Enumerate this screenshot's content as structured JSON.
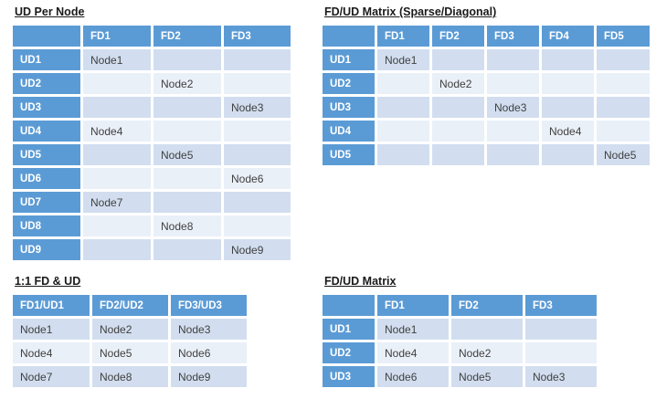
{
  "colors": {
    "header_blue": "#5B9BD5",
    "band_dark": "#D2DEEF",
    "band_light": "#EAF0F8",
    "header_text": "#FFFFFF",
    "cell_text": "#404040",
    "title_text": "#1A1A1A",
    "background": "#FFFFFF"
  },
  "tables": [
    {
      "title": "UD Per Node",
      "col_headers": [
        "",
        "FD1",
        "FD2",
        "FD3"
      ],
      "row_headers": [
        "UD1",
        "UD2",
        "UD3",
        "UD4",
        "UD5",
        "UD6",
        "UD7",
        "UD8",
        "UD9"
      ],
      "rows": [
        [
          "Node1",
          "",
          ""
        ],
        [
          "",
          "Node2",
          ""
        ],
        [
          "",
          "",
          "Node3"
        ],
        [
          "Node4",
          "",
          ""
        ],
        [
          "",
          "Node5",
          ""
        ],
        [
          "",
          "",
          "Node6"
        ],
        [
          "Node7",
          "",
          ""
        ],
        [
          "",
          "Node8",
          ""
        ],
        [
          "",
          "",
          "Node9"
        ]
      ]
    },
    {
      "title": "FD/UD Matrix (Sparse/Diagonal)",
      "col_headers": [
        "",
        "FD1",
        "FD2",
        "FD3",
        "FD4",
        "FD5"
      ],
      "row_headers": [
        "UD1",
        "UD2",
        "UD3",
        "UD4",
        "UD5"
      ],
      "rows": [
        [
          "Node1",
          "",
          "",
          "",
          ""
        ],
        [
          "",
          "Node2",
          "",
          "",
          ""
        ],
        [
          "",
          "",
          "Node3",
          "",
          ""
        ],
        [
          "",
          "",
          "",
          "Node4",
          ""
        ],
        [
          "",
          "",
          "",
          "",
          "Node5"
        ]
      ]
    },
    {
      "title": "1:1 FD & UD",
      "col_headers": [
        "FD1/UD1",
        "FD2/UD2",
        "FD3/UD3"
      ],
      "row_headers": [],
      "rows": [
        [
          "Node1",
          "Node2",
          "Node3"
        ],
        [
          "Node4",
          "Node5",
          "Node6"
        ],
        [
          "Node7",
          "Node8",
          "Node9"
        ]
      ]
    },
    {
      "title": "FD/UD Matrix",
      "col_headers": [
        "",
        "FD1",
        "FD2",
        "FD3"
      ],
      "row_headers": [
        "UD1",
        "UD2",
        "UD3"
      ],
      "rows": [
        [
          "Node1",
          "",
          ""
        ],
        [
          "Node4",
          "Node2",
          ""
        ],
        [
          "Node6",
          "Node5",
          "Node3"
        ]
      ]
    }
  ]
}
